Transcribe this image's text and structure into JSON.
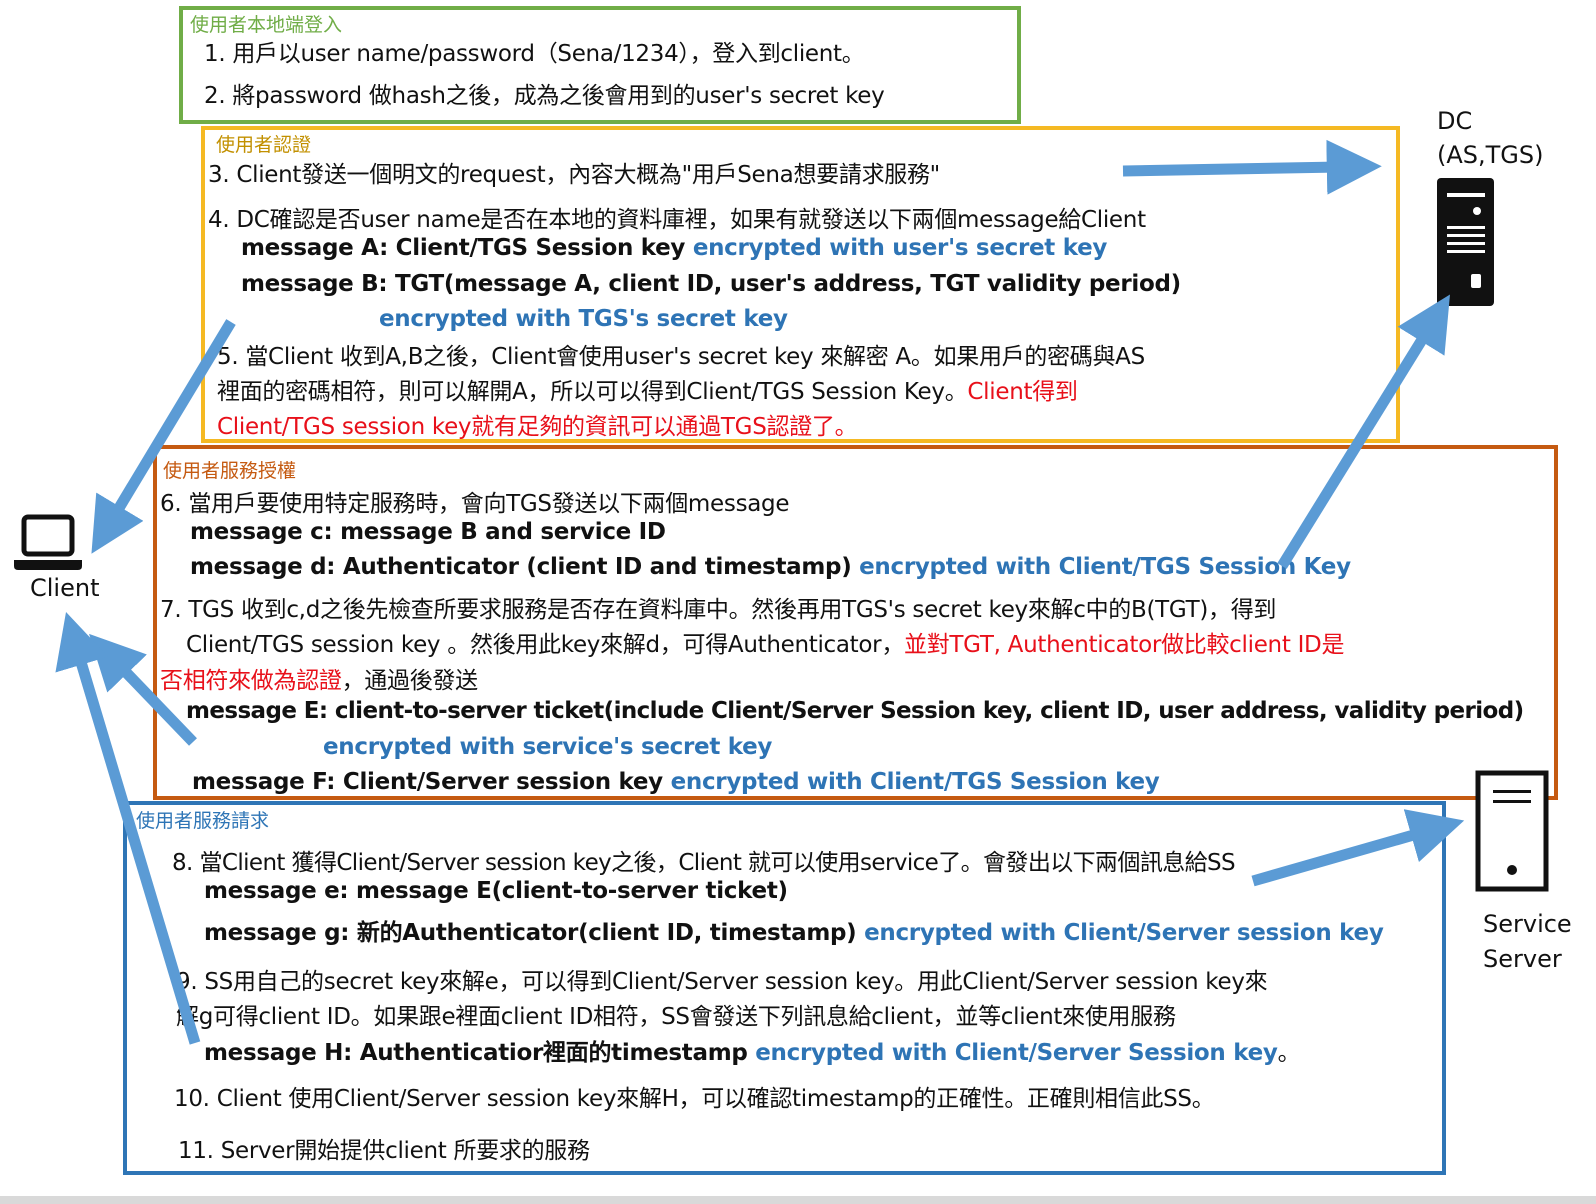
{
  "colors": {
    "green": "#70ad47",
    "yellow": "#f5b923",
    "orange": "#c55a11",
    "blue": "#2e75b6",
    "arrow": "#5b9bd5",
    "link_blue": "#2e74b5",
    "red": "#e8101a"
  },
  "icons": [
    "laptop-icon",
    "dc-server-icon",
    "service-server-icon"
  ],
  "nodes": {
    "dc_line1": "DC",
    "dc_line2": "(AS,TGS)",
    "client": "Client",
    "ss_line1": "Service",
    "ss_line2": "Server"
  },
  "sections": {
    "login": {
      "title": "使用者本地端登入",
      "s1": "1. 用戶以user name/password（Sena/1234），登入到client。",
      "s2": "2. 將password 做hash之後，成為之後會用到的user's secret key"
    },
    "auth": {
      "title": "使用者認證",
      "s3": "3. Client發送一個明文的request，內容大概為\"用戶Sena想要請求服務\"",
      "s4": "4. DC確認是否user name是否在本地的資料庫裡，如果有就發送以下兩個message給Client",
      "msgA": "message A: Client/TGS Session key ",
      "msgA_enc": "encrypted with user's secret key",
      "msgB": "message B: TGT(message A, client ID, user's address, TGT validity period)",
      "msgB_enc": "encrypted with TGS's secret key",
      "s5_1": "5. 當Client 收到A,B之後，Client會使用user's secret key 來解密 A。如果用戶的密碼與AS",
      "s5_2a": "裡面的密碼相符，則可以解開A，所以可以得到Client/TGS Session Key。",
      "s5_2b": "Client得到",
      "s5_3": "Client/TGS session key就有足夠的資訊可以通過TGS認證了。"
    },
    "grant": {
      "title": "使用者服務授權",
      "s6": "6. 當用戶要使用特定服務時，會向TGS發送以下兩個message",
      "msgC": "message c: message B and service ID",
      "msgD": "message d: Authenticator (client ID and timestamp) ",
      "msgD_enc": "encrypted with Client/TGS Session Key",
      "s7_1": "7. TGS 收到c,d之後先檢查所要求服務是否存在資料庫中。然後再用TGS's secret key來解c中的B(TGT)，得到",
      "s7_2a": "Client/TGS session key 。然後用此key來解d，可得Authenticator，",
      "s7_2b": "並對TGT, Authenticator做比較client ID是",
      "s7_3a": "否相符來做為認證",
      "s7_3b": "，通過後發送",
      "msgE": "message E: client-to-server ticket(include Client/Server Session key,  client ID, user address, validity period)",
      "msgE_enc": "encrypted with service's secret key",
      "msgF": "message F: Client/Server session key ",
      "msgF_enc": "encrypted with Client/TGS Session key"
    },
    "request": {
      "title": "使用者服務請求",
      "s8": "8. 當Client 獲得Client/Server session key之後，Client 就可以使用service了。會發出以下兩個訊息給SS",
      "msgE2": "message e: message E(client-to-server ticket)",
      "msgG": "message g: 新的Authenticator(client ID, timestamp) ",
      "msgG_enc": "encrypted with Client/Server session key",
      "s9_1": "9. SS用自己的secret key來解e，可以得到Client/Server session key。用此Client/Server session key來",
      "s9_2": "解g可得client ID。如果跟e裡面client ID相符，SS會發送下列訊息給client，並等client來使用服務",
      "msgH": "message H: Authenticatior裡面的timestamp ",
      "msgH_enc": "encrypted with Client/Server Session key",
      "msgH_end": "。",
      "s10": "10. Client 使用Client/Server session key來解H，可以確認timestamp的正確性。正確則相信此SS。",
      "s11": "11. Server開始提供client 所要求的服務"
    }
  }
}
